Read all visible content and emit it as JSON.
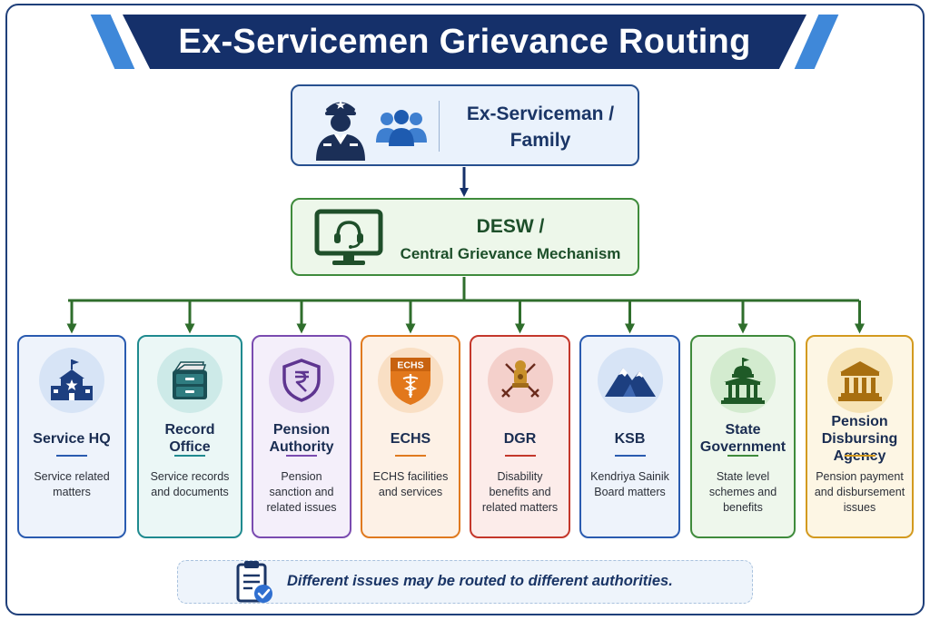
{
  "title": "Ex-Servicemen Grievance Routing",
  "source": {
    "line1": "Ex-Serviceman /",
    "line2": "Family",
    "icons": [
      "officer-icon",
      "people-group-icon"
    ]
  },
  "central": {
    "title": "DESW /",
    "subtitle": "Central Grievance Mechanism",
    "icon": "monitor-headset-icon"
  },
  "authorities": [
    {
      "key": "service-hq",
      "title": "Service HQ",
      "description": "Service related matters",
      "icon": "building-star-icon",
      "color": "#2a5bb0"
    },
    {
      "key": "record-office",
      "title": "Record Office",
      "description": "Service records and documents",
      "icon": "file-cabinet-icon",
      "color": "#1f8a8f"
    },
    {
      "key": "pension-authority",
      "title": "Pension Authority",
      "description": "Pension sanction and related issues",
      "icon": "rupee-shield-icon",
      "color": "#7a4bb0"
    },
    {
      "key": "echs",
      "title": "ECHS",
      "description": "ECHS facilities and services",
      "icon": "echs-shield-icon",
      "color": "#e07a1f",
      "icon_text": "ECHS"
    },
    {
      "key": "dgr",
      "title": "DGR",
      "description": "Disability benefits and related matters",
      "icon": "emblem-swords-icon",
      "color": "#c4372b"
    },
    {
      "key": "ksb",
      "title": "KSB",
      "description": "Kendriya Sainik Board matters",
      "icon": "mountains-icon",
      "color": "#2a5bb0"
    },
    {
      "key": "state-government",
      "title": "State Government",
      "description": "State level schemes and benefits",
      "icon": "government-building-icon",
      "color": "#3f8b3c"
    },
    {
      "key": "pension-disbursing-agency",
      "title": "Pension Disbursing Agency",
      "description": "Pension payment and disbursement issues",
      "icon": "bank-columns-icon",
      "color": "#d39a1f"
    }
  ],
  "note": {
    "text": "Different issues may be routed to different authorities.",
    "icon": "clipboard-check-icon"
  },
  "colors": {
    "navy": "#15306a",
    "accent_blue": "#3f88d9",
    "green": "#3f8b3c"
  }
}
